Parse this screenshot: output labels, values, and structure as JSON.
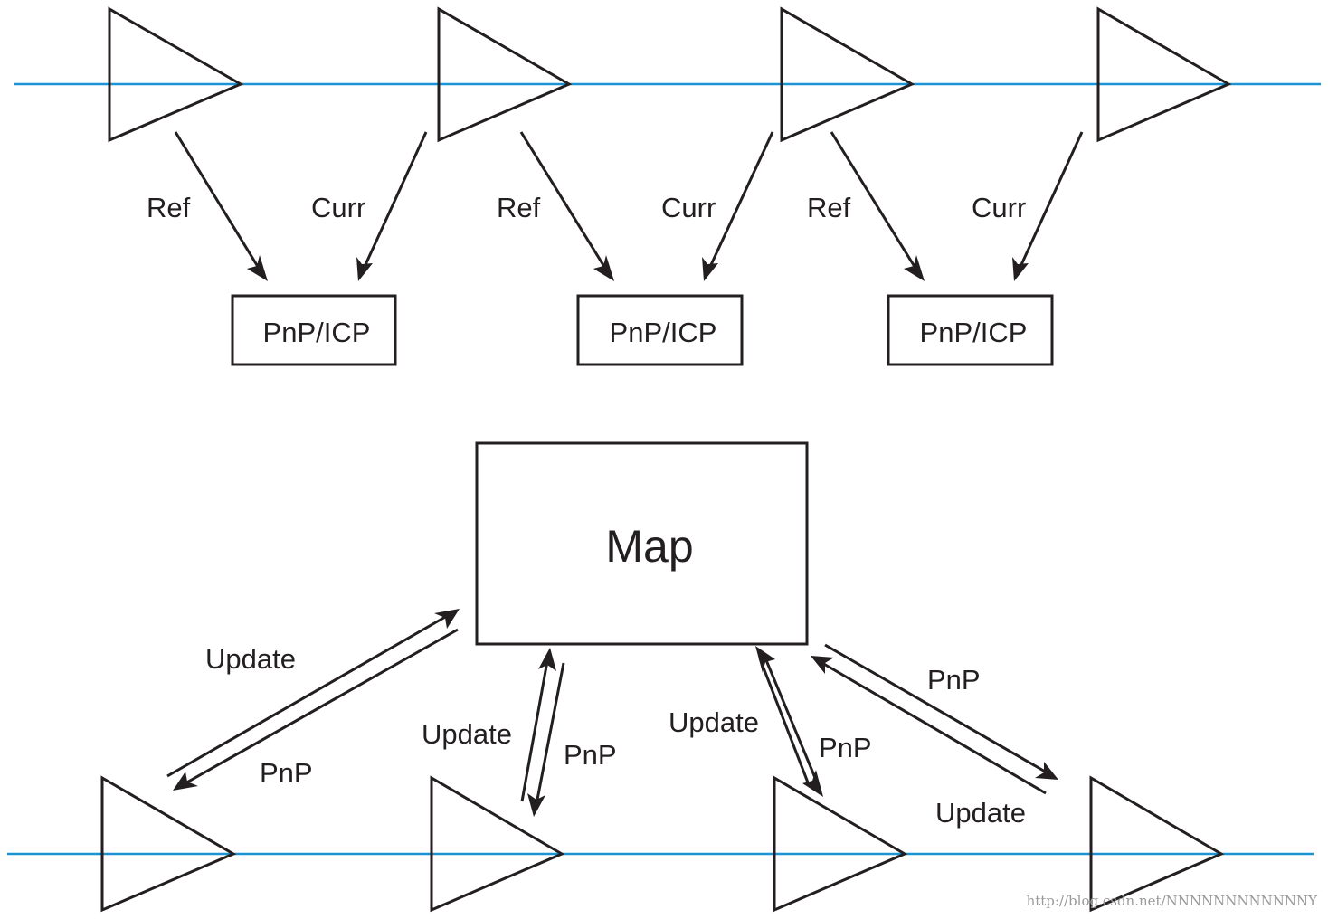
{
  "top_panel": {
    "ref_labels": [
      "Ref",
      "Ref",
      "Ref"
    ],
    "curr_labels": [
      "Curr",
      "Curr",
      "Curr"
    ],
    "box_labels": [
      "PnP/ICP",
      "PnP/ICP",
      "PnP/ICP"
    ]
  },
  "bottom_panel": {
    "map_label": "Map",
    "update_labels": [
      "Update",
      "Update",
      "Update",
      "Update"
    ],
    "pnp_labels": [
      "PnP",
      "PnP",
      "PnP",
      "PnP"
    ]
  },
  "watermark": "http://blog.csdn.net/NNNNNNNNNNNNY",
  "colors": {
    "timeline": "#1c93d2",
    "stroke": "#231f20"
  }
}
